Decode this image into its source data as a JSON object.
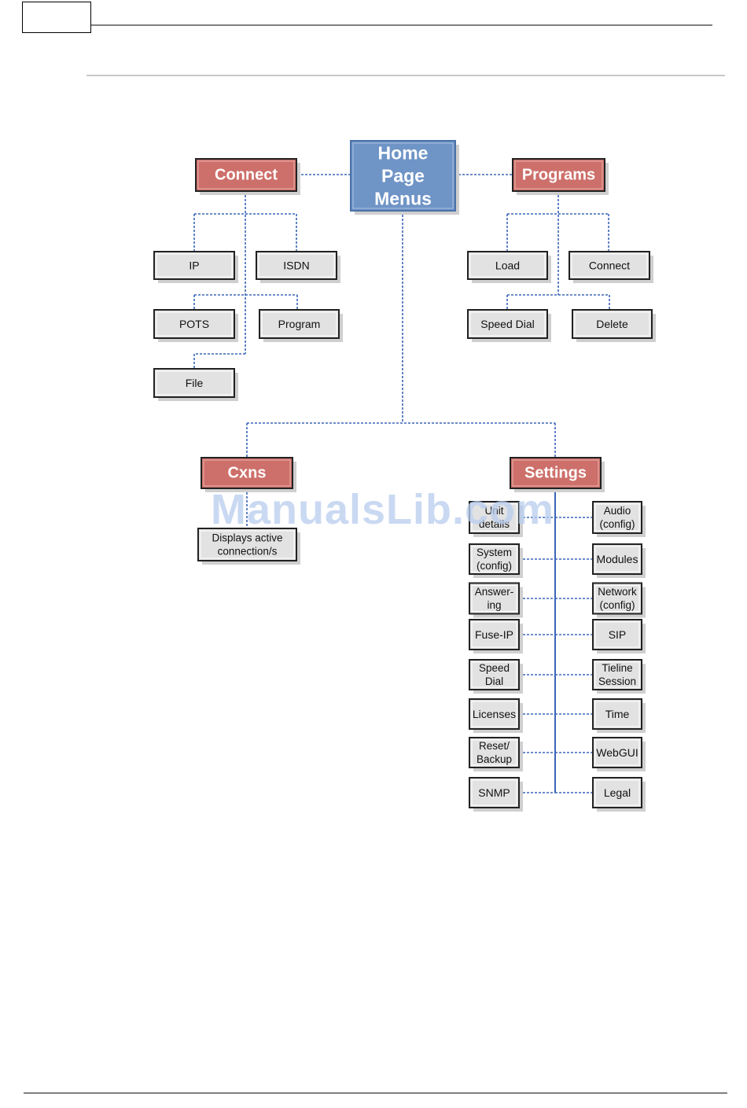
{
  "diagram": {
    "home": {
      "lines": [
        "Home",
        "Page",
        "Menus"
      ]
    },
    "categories": {
      "connect": "Connect",
      "programs": "Programs",
      "cxns": "Cxns",
      "settings": "Settings"
    },
    "connect_items": [
      "IP",
      "ISDN",
      "POTS",
      "Program",
      "File"
    ],
    "program_items": [
      "Load",
      "Connect",
      "Speed Dial",
      "Delete"
    ],
    "cxns_items": [
      {
        "lines": [
          "Displays active",
          "connection/s"
        ]
      }
    ],
    "settings_left": [
      {
        "lines": [
          "Unit",
          "details"
        ]
      },
      {
        "lines": [
          "System",
          "(config)"
        ]
      },
      {
        "lines": [
          "Answer-",
          "ing"
        ]
      },
      {
        "lines": [
          "Fuse-IP"
        ]
      },
      {
        "lines": [
          "Speed",
          "Dial"
        ]
      },
      {
        "lines": [
          "Licenses"
        ]
      },
      {
        "lines": [
          "Reset/",
          "Backup"
        ]
      },
      {
        "lines": [
          "SNMP"
        ]
      }
    ],
    "settings_right": [
      {
        "lines": [
          "Audio",
          "(config)"
        ]
      },
      {
        "lines": [
          "Modules"
        ]
      },
      {
        "lines": [
          "Network",
          "(config)"
        ]
      },
      {
        "lines": [
          "SIP"
        ]
      },
      {
        "lines": [
          "Tieline",
          "Session"
        ]
      },
      {
        "lines": [
          "Time"
        ]
      },
      {
        "lines": [
          "WebGUI"
        ]
      },
      {
        "lines": [
          "Legal"
        ]
      }
    ]
  },
  "watermark": "ManualsLib.com",
  "colors": {
    "home_fill": "#6f94c6",
    "category_fill": "#cd6f6a",
    "item_fill": "#e2e2e2",
    "connector": "#3a66b8"
  }
}
